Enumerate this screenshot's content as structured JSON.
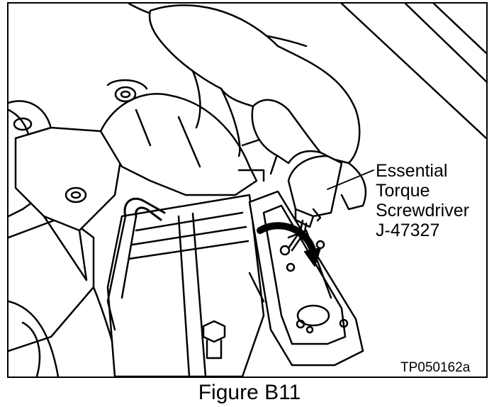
{
  "figure": {
    "callout": {
      "line1": "Essential",
      "line2": "Torque",
      "line3": "Screwdriver",
      "line4": "J-47327"
    },
    "id": "TP050162a",
    "caption": "Figure B11"
  }
}
